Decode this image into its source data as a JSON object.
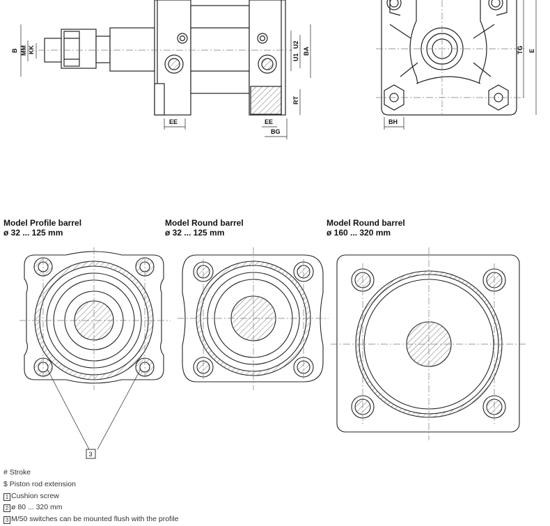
{
  "dimensions": {
    "side_view": [
      "B",
      "MM",
      "KK",
      "U1",
      "U2",
      "BA",
      "RT",
      "EE",
      "EE",
      "BG"
    ],
    "end_view": [
      "BH",
      "TG",
      "E"
    ]
  },
  "sections": [
    {
      "title": "Model Profile barrel",
      "range": "ø 32 ... 125 mm"
    },
    {
      "title": "Model Round barrel",
      "range": "ø 32 ... 125 mm"
    },
    {
      "title": "Model Round barrel",
      "range": "ø 160 ... 320 mm"
    }
  ],
  "callout": "3",
  "legend": [
    {
      "symbol": "#",
      "text": "Stroke"
    },
    {
      "symbol": "$",
      "text": "Piston rod extension"
    },
    {
      "symbol": "1",
      "text": "Cushion screw"
    },
    {
      "symbol": "2",
      "text": "ø 80 ... 320 mm"
    },
    {
      "symbol": "3",
      "text": "M/50 switches can be mounted flush with the profile"
    }
  ],
  "colors": {
    "line": "#222222",
    "dash": "#777777",
    "hatch": "#555555",
    "background": "#ffffff"
  }
}
